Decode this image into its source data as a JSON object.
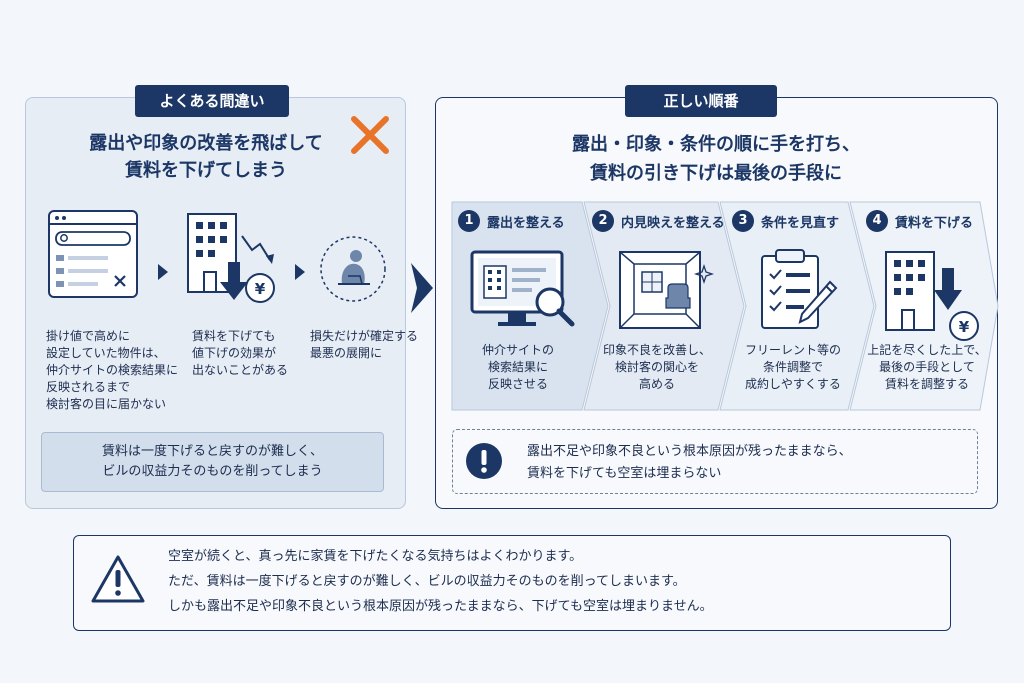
{
  "wrong": {
    "label": "よくある間違い",
    "title_line1": "露出や印象の改善を飛ばして",
    "title_line2": "賃料を下げてしまう",
    "steps": [
      {
        "lines": [
          "掛け値で高めに",
          "設定していた物件は、",
          "仲介サイトの検索結果に",
          "反映されるまで",
          "検討客の目に届かない"
        ],
        "icon": "browser-search-icon"
      },
      {
        "lines": [
          "賃料を下げても",
          "値下げの効果が",
          "出ないことがある"
        ],
        "icon": "building-price-down-icon"
      },
      {
        "lines": [
          "損失だけが確定する",
          "最悪の展開に"
        ],
        "icon": "despair-person-icon"
      }
    ],
    "note_line1": "賃料は一度下げると戻すのが難しく、",
    "note_line2": "ビルの収益力そのものを削ってしまう"
  },
  "right": {
    "label": "正しい順番",
    "title_line1": "露出・印象・条件の順に手を打ち、",
    "title_line2": "賃料の引き下げは最後の手段に",
    "steps": [
      {
        "num": "1",
        "title": "露出を整える",
        "lines": [
          "仲介サイトの",
          "検索結果に",
          "反映させる"
        ],
        "icon": "monitor-search-icon"
      },
      {
        "num": "2",
        "title": "内見映えを整える",
        "lines": [
          "印象不良を改善し、",
          "検討客の関心を",
          "高める"
        ],
        "icon": "room-sofa-icon"
      },
      {
        "num": "3",
        "title": "条件を見直す",
        "lines": [
          "フリーレント等の",
          "条件調整で",
          "成約しやすくする"
        ],
        "icon": "checklist-icon"
      },
      {
        "num": "4",
        "title": "賃料を下げる",
        "lines": [
          "上記を尽くした上で、",
          "最後の手段として",
          "賃料を調整する"
        ],
        "icon": "building-yen-down-icon"
      }
    ],
    "note_line1": "露出不足や印象不良という根本原因が残ったままなら、",
    "note_line2": "賃料を下げても空室は埋まらない"
  },
  "bottom": {
    "line1": "空室が続くと、真っ先に家賃を下げたくなる気持ちはよくわかります。",
    "line2": "ただ、賃料は一度下げると戻すのが難しく、ビルの収益力そのものを削ってしまいます。",
    "line3": "しかも露出不足や印象不良という根本原因が残ったままなら、下げても空室は埋まりません。"
  },
  "colors": {
    "navy": "#1c3765",
    "accent_orange": "#e8742a",
    "panel_light": "#e7edf5"
  }
}
